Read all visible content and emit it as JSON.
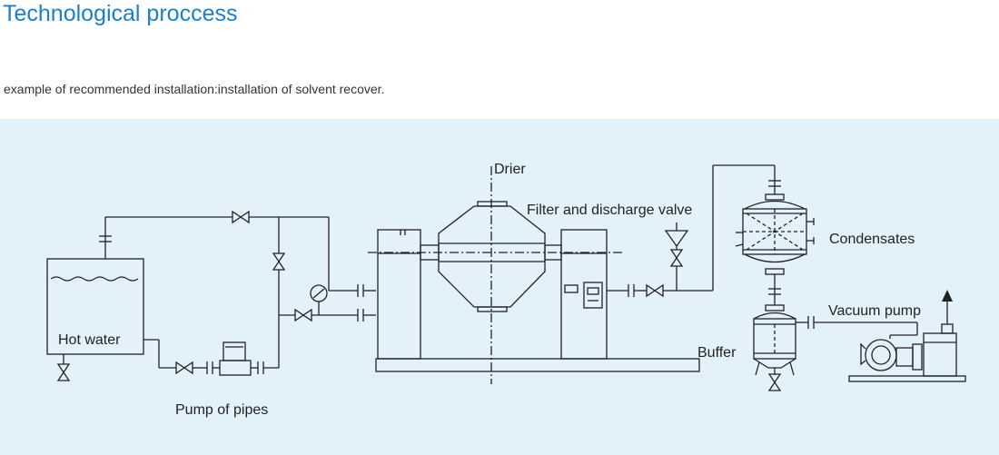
{
  "header": {
    "title": "Technological proccess",
    "subtitle": "example of recommended installation:installation of solvent recover."
  },
  "diagram": {
    "labels": {
      "drier": "Drier",
      "filter_valve": "Filter and discharge valve",
      "condensates": "Condensates",
      "vacuum_pump": "Vacuum pump",
      "buffer": "Buffer",
      "hot_water": "Hot water",
      "pump_of_pipes": "Pump of pipes"
    }
  },
  "colors": {
    "title": "#1a7fd0",
    "panel_background": "#e3f1fb",
    "line": "#222222"
  }
}
